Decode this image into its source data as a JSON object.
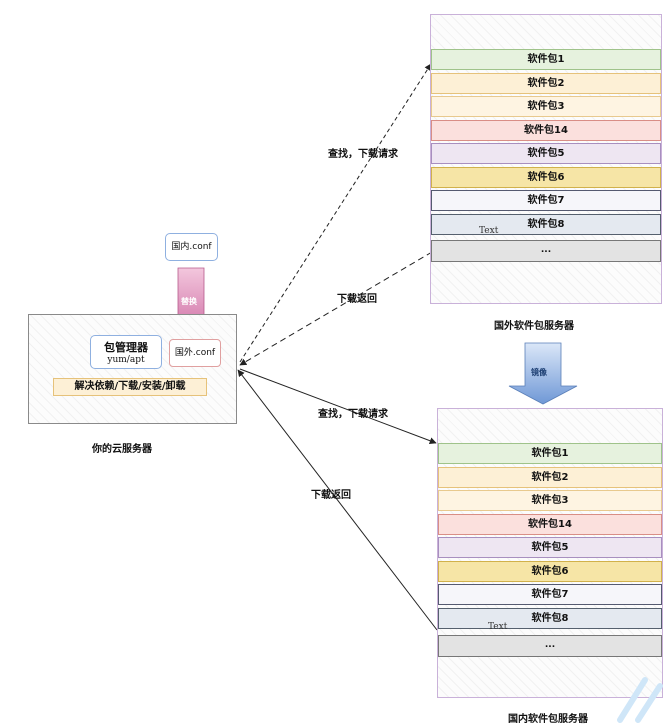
{
  "repo_foreign": {
    "caption": "国外软件包服务器",
    "packages": [
      {
        "label": "软件包1",
        "color": "#e6f2de",
        "border": "#9fc38a"
      },
      {
        "label": "软件包2",
        "color": "#fdf0d6",
        "border": "#e6c27a"
      },
      {
        "label": "软件包3",
        "color": "#fef4e2",
        "border": "#e8c98e"
      },
      {
        "label": "软件包14",
        "color": "#fbe0dd",
        "border": "#d98e86"
      },
      {
        "label": "软件包5",
        "color": "#eee6f2",
        "border": "#a88fbf"
      },
      {
        "label": "软件包6",
        "color": "#f6e5a6",
        "border": "#d1b14b"
      },
      {
        "label": "软件包7",
        "color": "#f6f6fa",
        "border": "#555a70"
      },
      {
        "label": "软件包8",
        "color": "#e4e9f0",
        "border": "#55606e"
      }
    ],
    "text_overlay": "Text",
    "more": "..."
  },
  "repo_domestic": {
    "caption": "国内软件包服务器",
    "packages": [
      {
        "label": "软件包1",
        "color": "#e6f2de",
        "border": "#9fc38a"
      },
      {
        "label": "软件包2",
        "color": "#fdf0d6",
        "border": "#e6c27a"
      },
      {
        "label": "软件包3",
        "color": "#fef4e2",
        "border": "#e8c98e"
      },
      {
        "label": "软件包14",
        "color": "#fbe0dd",
        "border": "#d98e86"
      },
      {
        "label": "软件包5",
        "color": "#eee6f2",
        "border": "#a88fbf"
      },
      {
        "label": "软件包6",
        "color": "#f6e5a6",
        "border": "#d1b14b"
      },
      {
        "label": "软件包7",
        "color": "#f6f6fa",
        "border": "#555a70"
      },
      {
        "label": "软件包8",
        "color": "#e4e9f0",
        "border": "#55606e"
      }
    ],
    "text_overlay": "Text",
    "more": "..."
  },
  "cloud_server": {
    "caption": "你的云服务器",
    "pkg_manager": "包管理器",
    "pkg_manager_sub": "yum/apt",
    "foreign_conf": "国外.conf",
    "functions": "解决依赖/下载/安装/卸载"
  },
  "domestic_conf": "国内.conf",
  "replace_label": "替换",
  "mirror_label": "镜像",
  "edges": {
    "search_foreign": "查找，下载请求",
    "return_foreign": "下载返回",
    "search_domestic": "查找，下载请求",
    "return_domestic": "下载返回"
  },
  "colors": {
    "replace_arrow": "#d98bb7",
    "mirror_arrow": "#8fb0e0"
  }
}
